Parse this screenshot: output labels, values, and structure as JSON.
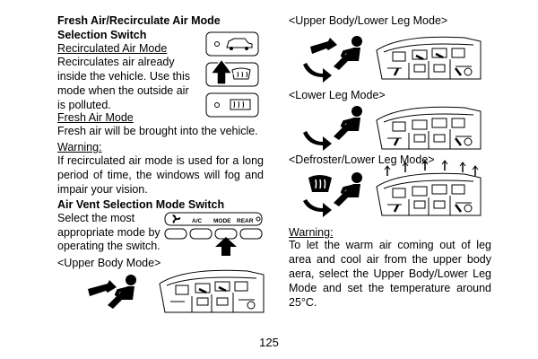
{
  "left": {
    "fresh_title_1": "Fresh Air/Recirculate Air Mode",
    "fresh_title_2": "Selection Switch",
    "recirc_heading": "Recirculated Air Mode",
    "recirc_lines": [
      "Recirculates air already",
      "inside the vehicle. Use this",
      "mode when the outside air",
      "is polluted."
    ],
    "fresh_heading": "Fresh Air Mode",
    "fresh_line": "Fresh air will be brought into the vehicle.",
    "warning_label": "Warning:",
    "warning_text": "If recirculated air mode is used for a long period of time, the windows will fog and impair your vision.",
    "vent_title": "Air Vent Selection Mode Switch",
    "vent_lines": [
      "Select the most",
      "appropriate mode by",
      "operating the switch."
    ],
    "upper_body_caption": "<Upper Body Mode>",
    "switch_labels": {
      "ac": "A/C",
      "mode": "MODE",
      "rear": "REAR"
    }
  },
  "right": {
    "upper_lower_caption": "<Upper Body/Lower Leg Mode>",
    "lower_leg_caption": "<Lower Leg Mode>",
    "defroster_caption": "<Defroster/Lower Leg Mode>",
    "warning_label": "Warning:",
    "warning_text": "To let the warm air coming out of leg area and cool air from the upper body aera, select the Upper Body/Lower Leg Mode and set the temperature around 25°C."
  },
  "page_number": "125",
  "icons": [
    "car-recirculate-icon",
    "rear-defrost-icon",
    "fan-icon",
    "arrow-up-icon",
    "person-seated-icon",
    "dashboard-illustration"
  ]
}
